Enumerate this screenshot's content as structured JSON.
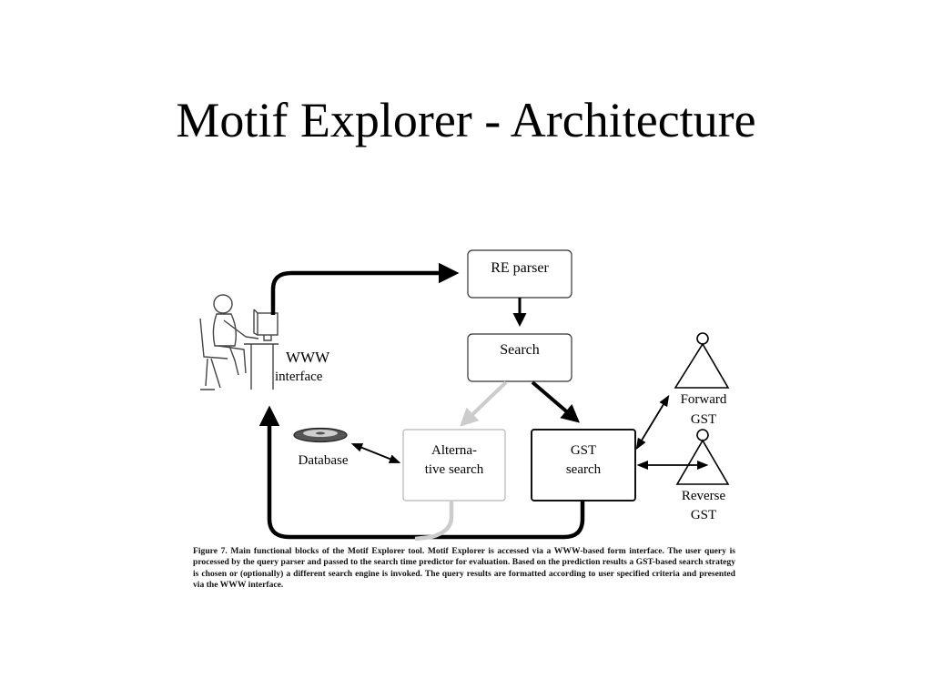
{
  "slide": {
    "title": "Motif Explorer - Architecture"
  },
  "diagram": {
    "nodes": {
      "re_parser": "RE parser",
      "search": "Search",
      "alt_search_line1": "Alterna-",
      "alt_search_line2": "tive search",
      "gst_search_line1": "GST",
      "gst_search_line2": "search",
      "database": "Database",
      "www_line1": "WWW",
      "www_line2": "interface",
      "forward_gst_line1": "Forward",
      "forward_gst_line2": "GST",
      "reverse_gst_line1": "Reverse",
      "reverse_gst_line2": "GST"
    },
    "colors": {
      "primary_flow": "#000000",
      "optional_flow": "#cccccc",
      "alt_box_border": "#b4b4b4"
    },
    "caption": "Figure 7. Main functional blocks of the Motif Explorer tool. Motif Explorer is accessed via a WWW-based form interface. The user query is processed by the query parser and passed to the search time predictor for evaluation. Based on the prediction results a GST-based search strategy is chosen or (optionally) a different search engine is invoked. The query results are formatted according to user specified criteria and presented via the WWW interface."
  }
}
